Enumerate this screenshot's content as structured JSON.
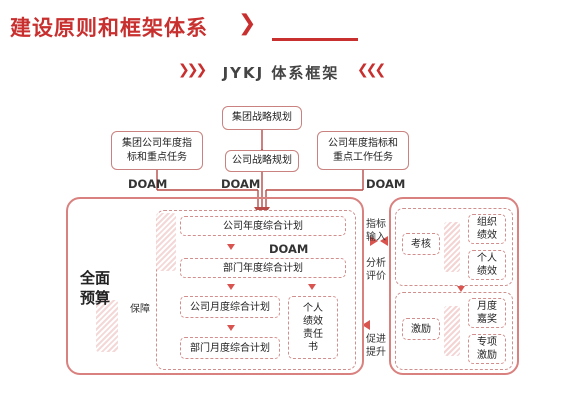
{
  "header": {
    "title": "建设原则和框架体系",
    "chevron": "❯"
  },
  "diagram": {
    "title": "JYKJ 体系框架",
    "left_chevrons": "❯❯❯",
    "right_chevrons": "❮❮❮",
    "top": {
      "group_strategy": "集团战略规划",
      "company_strategy": "公司战略规划",
      "group_annual_l1": "集团公司年度指",
      "group_annual_l2": "标和重点任务",
      "company_annual_l1": "公司年度指标和",
      "company_annual_l2": "重点工作任务",
      "doam_label": "DOAM"
    },
    "left_panel": {
      "budget_l1": "全面",
      "budget_l2": "预算",
      "support": "保障",
      "company_annual_plan": "公司年度综合计划",
      "dept_annual_plan": "部门年度综合计划",
      "company_monthly_plan": "公司月度综合计划",
      "dept_monthly_plan": "部门月度综合计划",
      "personal_l1": "个人",
      "personal_l2": "绩效",
      "personal_l3": "责任",
      "personal_l4": "书"
    },
    "middle": {
      "indicator_input_l1": "指标",
      "indicator_input_l2": "输入",
      "analysis_l1": "分析",
      "analysis_l2": "评价",
      "promote_l1": "促进",
      "promote_l2": "提升"
    },
    "right_panel": {
      "assessment": "考核",
      "org_perf_l1": "组织",
      "org_perf_l2": "绩效",
      "personal_perf_l1": "个人",
      "personal_perf_l2": "绩效",
      "incentive": "激励",
      "monthly_bonus_l1": "月度",
      "monthly_bonus_l2": "嘉奖",
      "special_incentive_l1": "专项",
      "special_incentive_l2": "激励"
    }
  }
}
